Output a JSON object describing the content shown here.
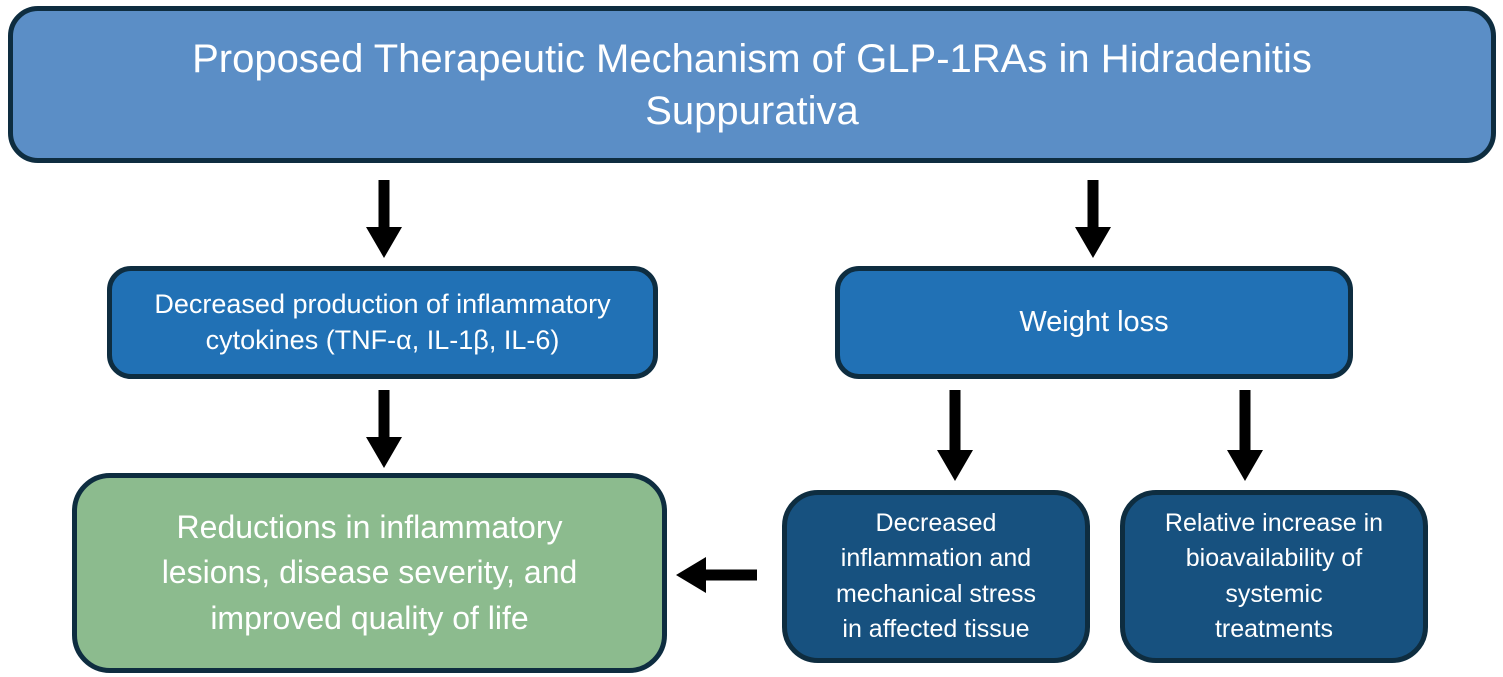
{
  "diagram": {
    "title": {
      "label": "Proposed Therapeutic Mechanism of GLP-1RAs in Hidradenitis\nSuppurativa"
    },
    "nodes": {
      "cytokines": {
        "label": "Decreased production of inflammatory\ncytokines (TNF-α, IL-1β, IL-6)",
        "fill": "#2171b5"
      },
      "weight_loss": {
        "label": "Weight loss",
        "fill": "#2171b5"
      },
      "outcome": {
        "label": "Reductions in inflammatory\nlesions, disease severity, and\nimproved quality of life",
        "fill": "#8cbb8e"
      },
      "inflammation": {
        "label": "Decreased\ninflammation and\nmechanical stress\nin affected tissue",
        "fill": "#17517f"
      },
      "bioavailability": {
        "label": "Relative increase in\nbioavailability of\nsystemic\ntreatments",
        "fill": "#17517f"
      }
    },
    "edges": [
      {
        "from": "title",
        "to": "cytokines",
        "direction": "down"
      },
      {
        "from": "title",
        "to": "weight_loss",
        "direction": "down"
      },
      {
        "from": "cytokines",
        "to": "outcome",
        "direction": "down"
      },
      {
        "from": "weight_loss",
        "to": "inflammation",
        "direction": "down"
      },
      {
        "from": "weight_loss",
        "to": "bioavailability",
        "direction": "down"
      },
      {
        "from": "inflammation",
        "to": "outcome",
        "direction": "left"
      }
    ],
    "colors": {
      "title_fill": "#5b8ec6",
      "mid_blue_fill": "#2171b5",
      "dark_blue_fill": "#17517f",
      "green_fill": "#8cbb8e",
      "node_border": "#0e2d40",
      "arrow": "#000000",
      "text": "#ffffff",
      "background": "#ffffff"
    }
  }
}
